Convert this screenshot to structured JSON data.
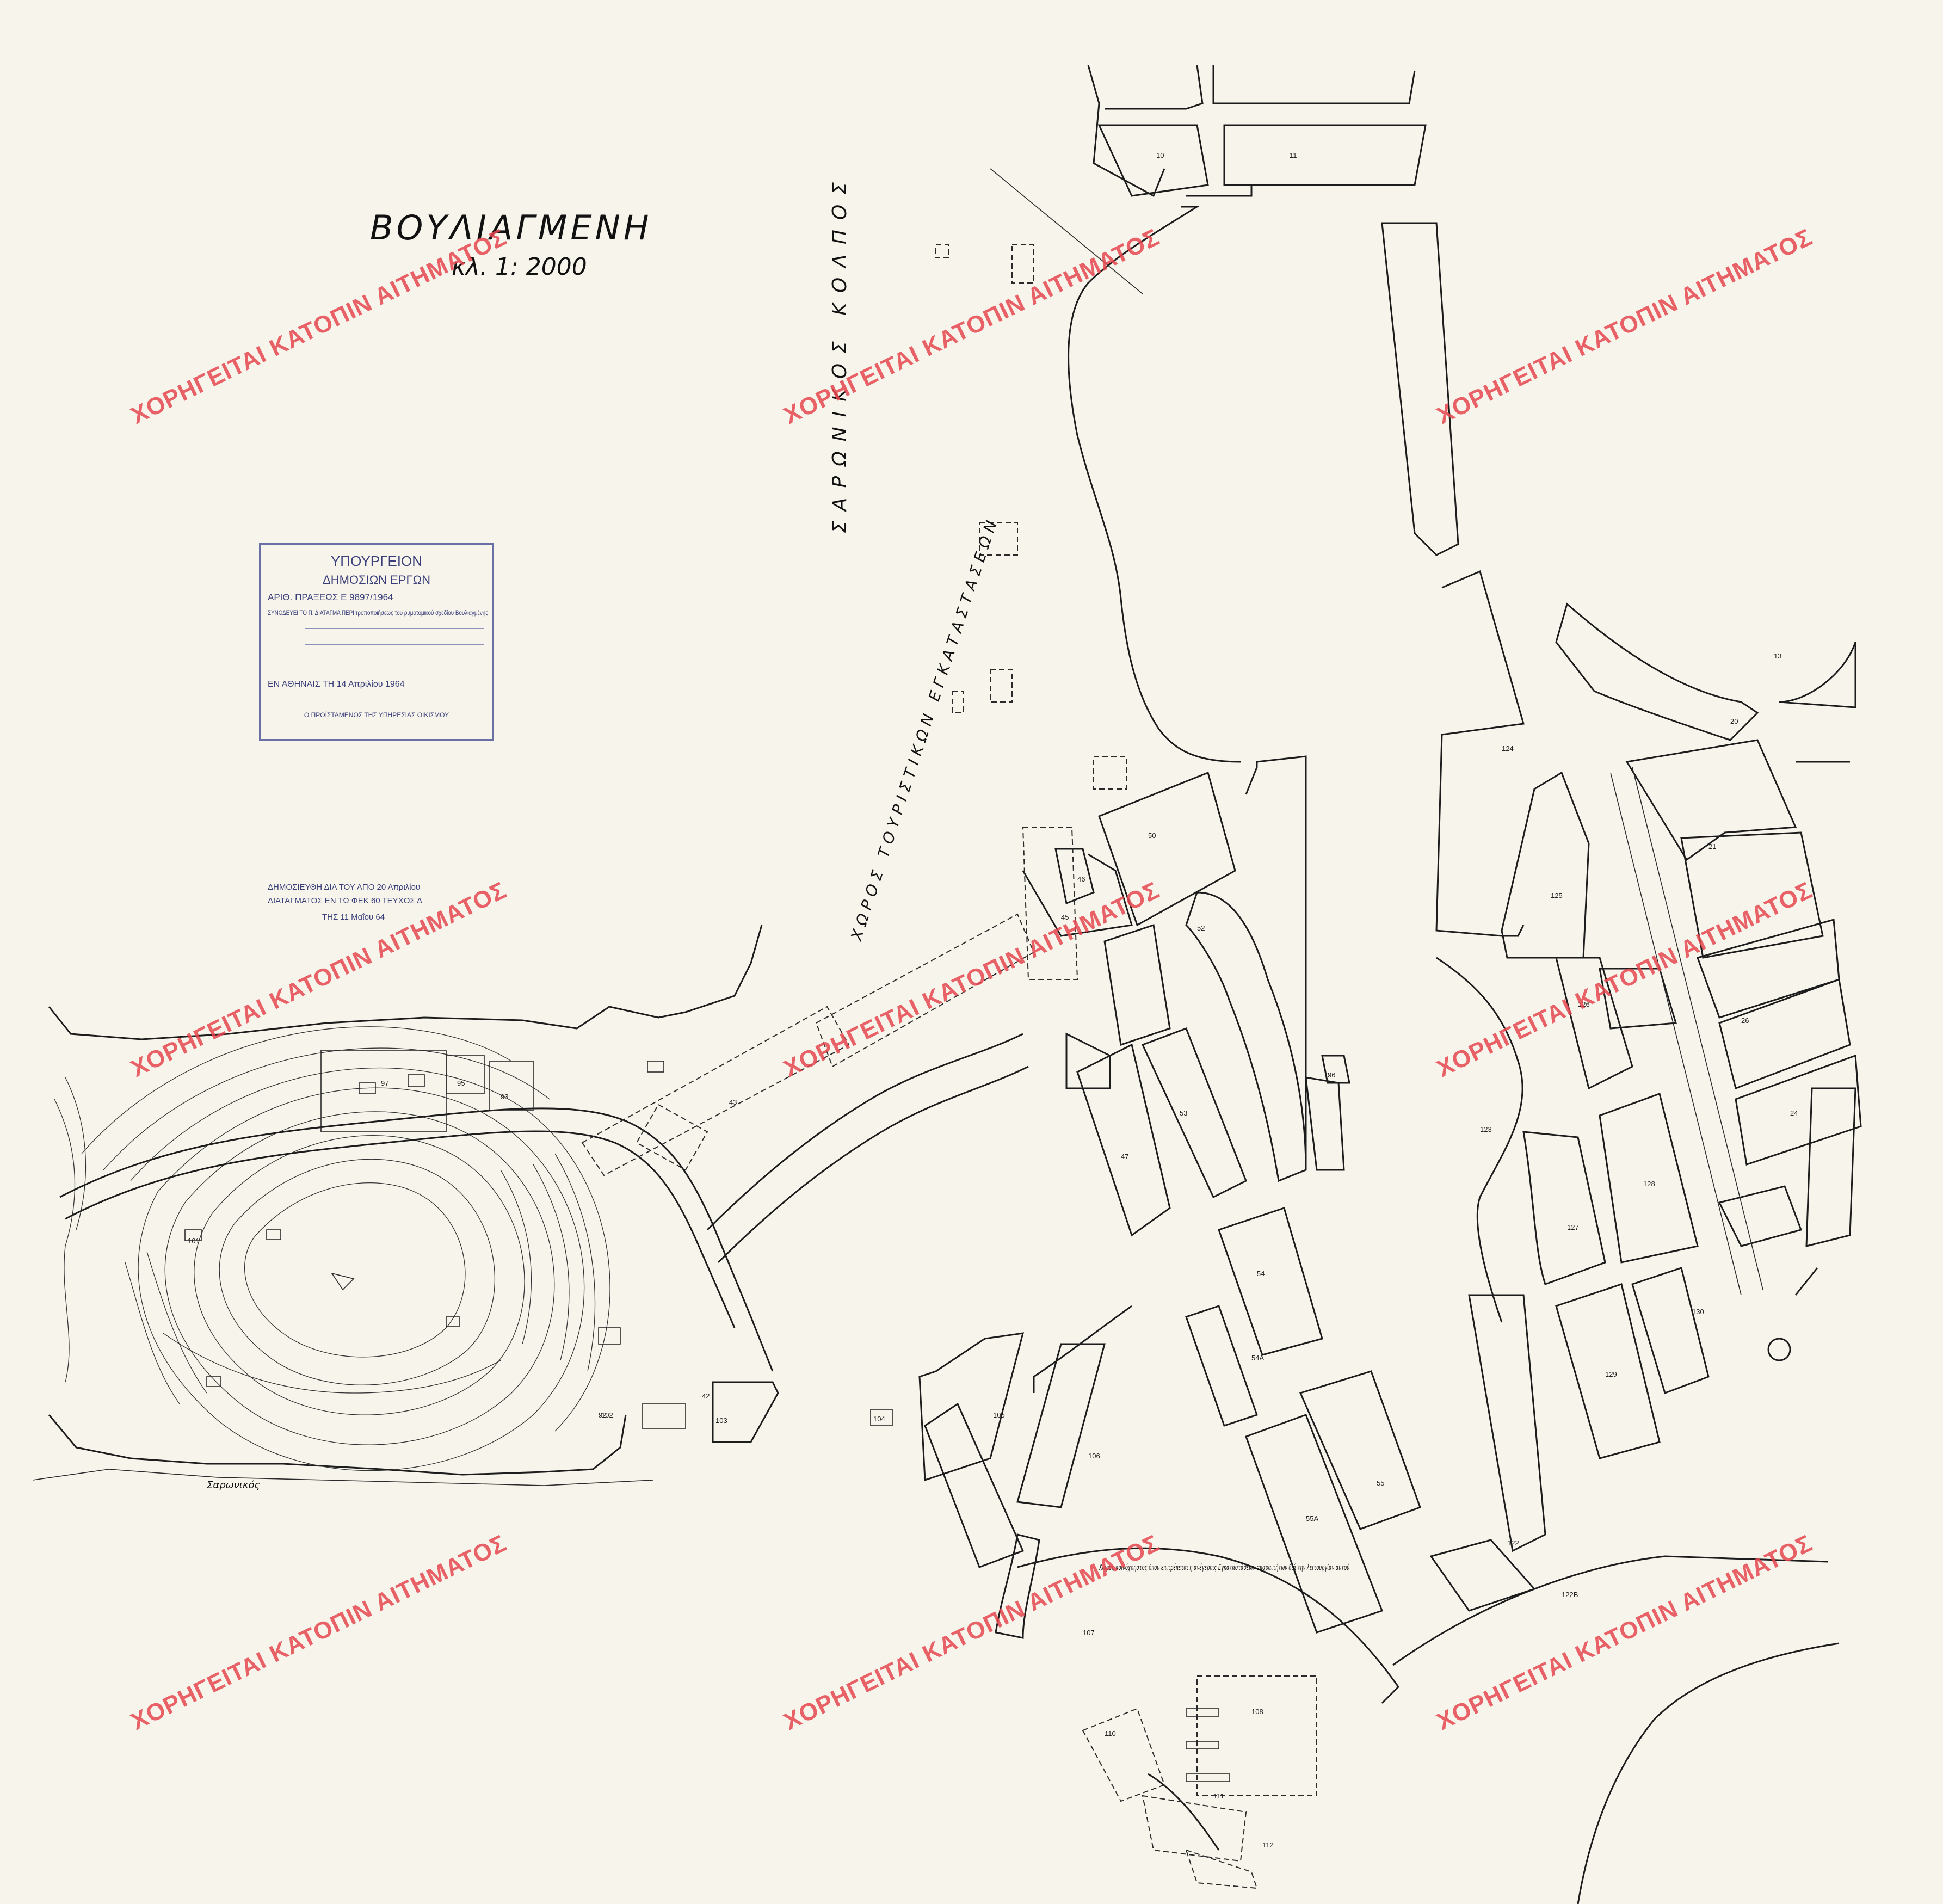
{
  "map": {
    "title": "ΒΟΥΛΙΑΓΜΕΝΗ",
    "scale": "κλ. 1: 2000",
    "labels": {
      "gulf": "ΣΑΡΩΝΙΚΟΣ ΚΟΛΠΟΣ",
      "tourist_area": "ΧΩΡΟΣ ΤΟΥΡΙΣΤΙΚΩΝ ΕΓΚΑΤΑΣΤΑΣΕΩΝ",
      "saronikos": "Σαρωνικός",
      "bottom_note": "Χώρος κοινόχρηστος όπου επιτρέπεται η ανέγερσις Εγκαταστάσεων απαραιτήτων διά την λειτουργίαν αυτού"
    },
    "plots": [
      "10",
      "11",
      "13",
      "20",
      "21",
      "24",
      "26",
      "42",
      "43",
      "45",
      "46",
      "47",
      "50",
      "52",
      "53",
      "54",
      "54Α",
      "55",
      "55Α",
      "92",
      "93",
      "95",
      "96",
      "97",
      "101",
      "102",
      "103",
      "104",
      "105",
      "106",
      "107",
      "108",
      "110",
      "111",
      "112",
      "122",
      "123",
      "124",
      "125",
      "126",
      "127",
      "128",
      "129",
      "130",
      "122Β"
    ]
  },
  "stamp": {
    "line1": "ΥΠΟΥΡΓΕΙΟΝ",
    "line2": "ΔΗΜΟΣΙΩΝ ΕΡΓΩΝ",
    "protocol": "ΑΡΙΘ. ΠΡΑΞΕΩΣ Ε 9897/1964",
    "attached": "ΣΥΝΟΔΕΥΕΙ ΤΟ Π. ΔΙΑΤΑΓΜΑ ΠΕΡΙ τροποποιήσεως του ρυμοτομικού σχεδίου Βουλιαγμένης",
    "date": "ΕΝ ΑΘΗΝΑΙΣ ΤΗ 14 Απριλίου 1964",
    "signer": "Ο ΠΡΟΪΣΤΑΜΕΝΟΣ ΤΗΣ ΥΠΗΡΕΣΙΑΣ ΟΙΚΙΣΜΟΥ"
  },
  "gazette": {
    "line1": "ΔΗΜΟΣΙΕΥΘΗ ΔΙΑ ΤΟΥ ΑΠΟ 20 Απριλίου",
    "line2": "ΔΙΑΤΑΓΜΑΤΟΣ ΕΝ ΤΩ ΦΕΚ 60 ΤΕΥΧΟΣ Δ",
    "line3": "ΤΗΣ 11 Μαΐου 64"
  },
  "watermark": {
    "text": "ΧΟΡΗΓΕΙΤΑΙ ΚΑΤΟΠΙΝ ΑΙΤΗΜΑΤΟΣ",
    "color": "#e5474f"
  }
}
